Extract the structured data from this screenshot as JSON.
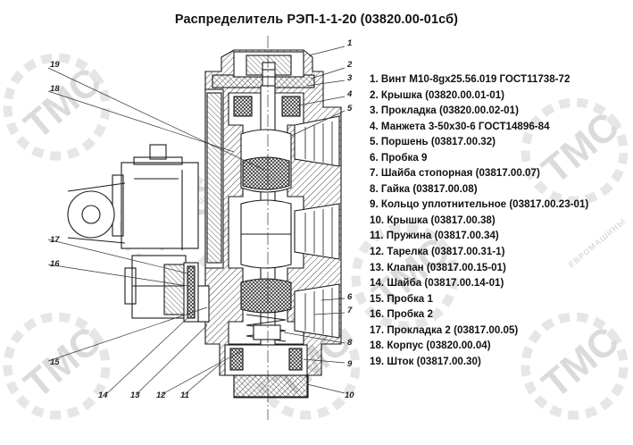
{
  "title": "Распределитель РЭП-1-1-20 (03820.00-01сб)",
  "watermark": {
    "brand": "TMC",
    "subtitle": "ЕВРОМАШИНЫ"
  },
  "callouts": [
    "1",
    "2",
    "3",
    "4",
    "5",
    "6",
    "7",
    "8",
    "9",
    "10",
    "11",
    "12",
    "13",
    "14",
    "15",
    "16",
    "17",
    "18",
    "19"
  ],
  "parts": [
    "1. Винт М10-8gx25.56.019 ГОСТ11738-72",
    "2. Крышка (03820.00.01-01)",
    "3. Прокладка (03820.00.02-01)",
    "4. Манжета 3-50х30-6 ГОСТ14896-84",
    "5. Поршень (03817.00.32)",
    "6. Пробка 9",
    "7. Шайба стопорная (03817.00.07)",
    "8. Гайка (03817.00.08)",
    "9. Кольцо уплотнительное (03817.00.23-01)",
    "10. Крышка (03817.00.38)",
    "11. Пружина (03817.00.34)",
    "12. Тарелка (03817.00.31-1)",
    "13. Клапан (03817.00.15-01)",
    "14. Шайба (03817.00.14-01)",
    "15. Пробка 1",
    "16. Пробка 2",
    "17. Прокладка 2 (03817.00.05)",
    "18. Корпус (03820.00.04)",
    "19. Шток (03817.00.30)"
  ],
  "colors": {
    "line": "#1a1a1a",
    "hatch": "#444444",
    "watermark": "#d7d7d7"
  }
}
